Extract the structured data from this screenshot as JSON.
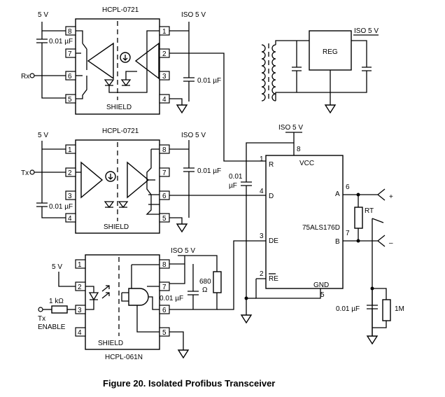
{
  "caption": "Figure 20.  Isolated Profibus Transceiver",
  "supplies": {
    "vcc": "5 V",
    "iso": "ISO 5 V"
  },
  "u1": {
    "part": "HCPL-0721",
    "shield": "SHIELD",
    "signal": "Rx",
    "cap": "0.01 µF",
    "cap_iso": "0.01 µF",
    "pins_left": [
      "8",
      "7",
      "6",
      "5"
    ],
    "pins_right": [
      "1",
      "2",
      "3",
      "4"
    ]
  },
  "u2": {
    "part": "HCPL-0721",
    "shield": "SHIELD",
    "signal": "Tx",
    "cap": "0.01 µF",
    "cap_iso": "0.01 µF",
    "pins_left": [
      "1",
      "2",
      "3",
      "4"
    ],
    "pins_right": [
      "8",
      "7",
      "6",
      "5"
    ]
  },
  "u3": {
    "part": "HCPL-061N",
    "shield": "SHIELD",
    "supply": "5 V",
    "resistor": "1 kΩ",
    "enable_label_1": "Tx",
    "enable_label_2": "ENABLE",
    "pull_up_value": "680",
    "pull_up_unit": "Ω",
    "cap_iso": "0.01 µF",
    "pins_left": [
      "1",
      "2",
      "3",
      "4"
    ],
    "pins_right": [
      "8",
      "7",
      "6",
      "5"
    ]
  },
  "regulator": {
    "label": "REG",
    "output": "ISO 5 V"
  },
  "transceiver": {
    "part": "75ALS176D",
    "vcc": "VCC",
    "gnd": "GND",
    "pins": {
      "R": "R",
      "D": "D",
      "DE": "DE",
      "RE": "RE",
      "A": "A",
      "B": "B",
      "n1": "1",
      "n4": "4",
      "n3": "3",
      "n2": "2",
      "n6": "6",
      "n7": "7",
      "n8": "8",
      "n5": "5"
    },
    "decoupling_1": "0.01",
    "decoupling_2": "µF",
    "supply": "ISO 5 V"
  },
  "bus": {
    "termination": "RT",
    "plus": "+",
    "minus": "–",
    "cap": "0.01 µF",
    "bleed": "1M"
  }
}
